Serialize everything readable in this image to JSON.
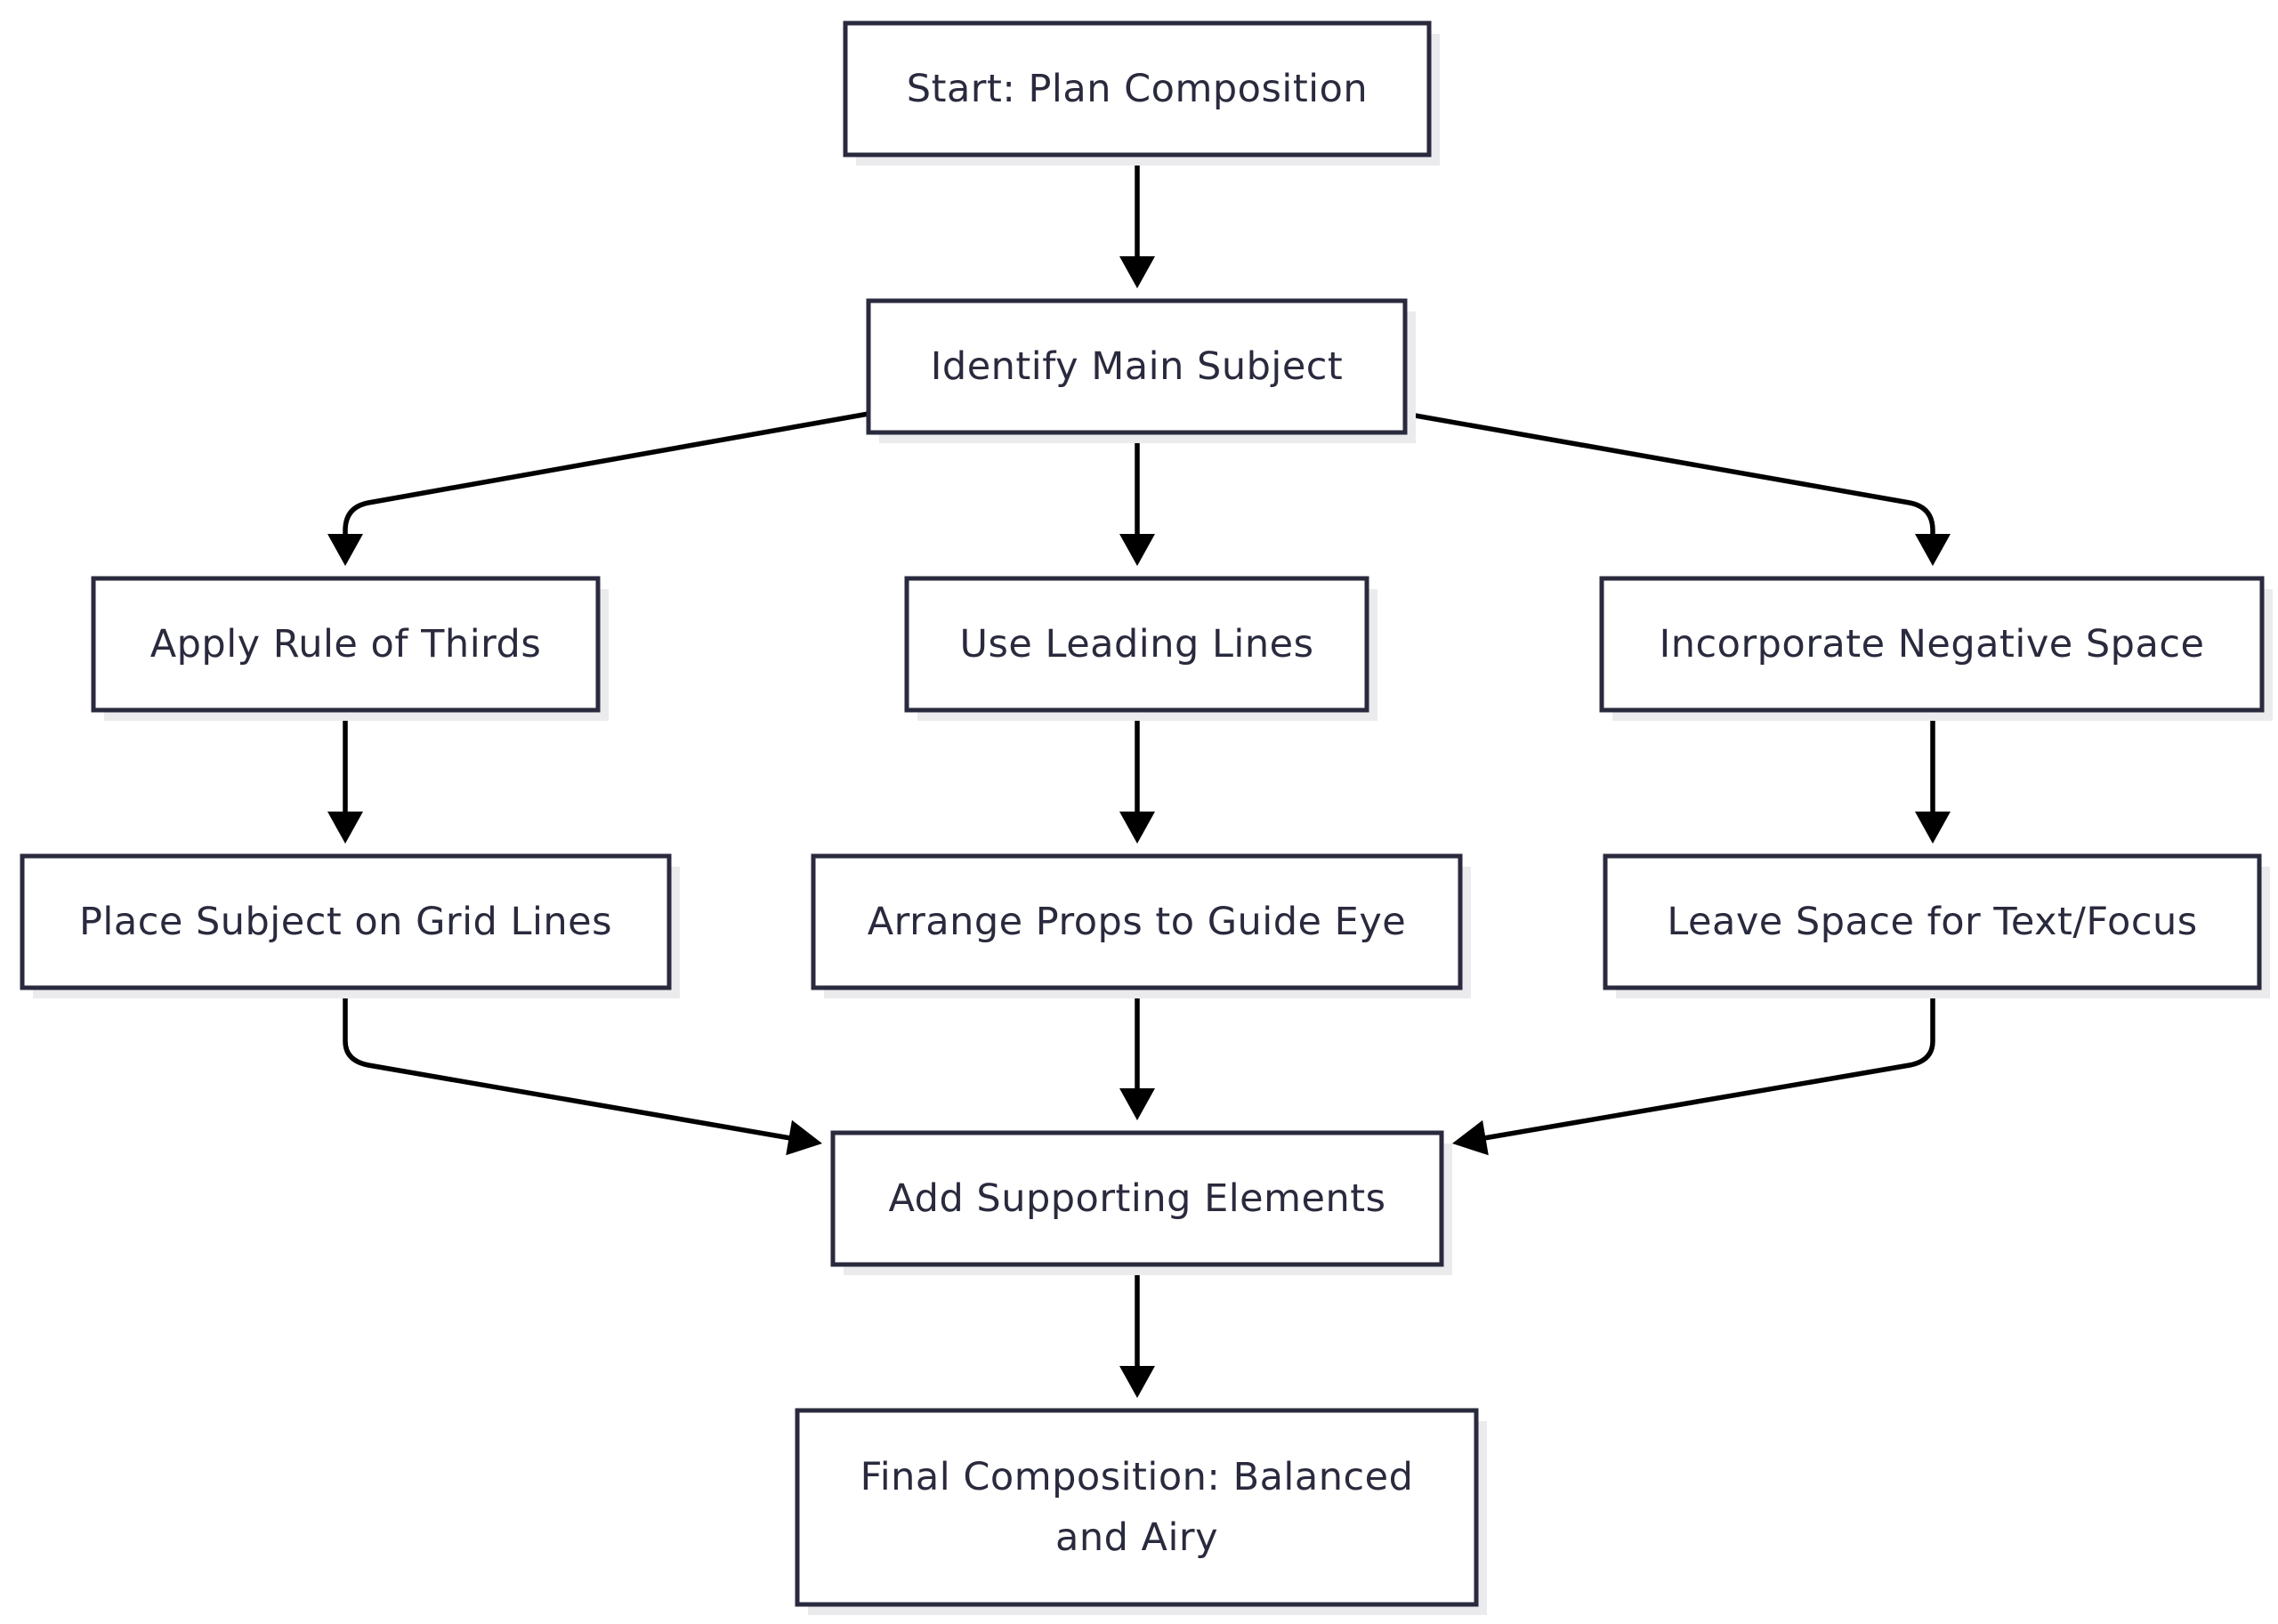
{
  "diagram": {
    "nodes": [
      {
        "id": "start",
        "lines": [
          "Start: Plan Composition"
        ]
      },
      {
        "id": "identify",
        "lines": [
          "Identify Main Subject"
        ]
      },
      {
        "id": "thirds",
        "lines": [
          "Apply Rule of Thirds"
        ]
      },
      {
        "id": "leading",
        "lines": [
          "Use Leading Lines"
        ]
      },
      {
        "id": "negative",
        "lines": [
          "Incorporate Negative Space"
        ]
      },
      {
        "id": "grid",
        "lines": [
          "Place Subject on Grid Lines"
        ]
      },
      {
        "id": "props",
        "lines": [
          "Arrange Props to Guide Eye"
        ]
      },
      {
        "id": "space",
        "lines": [
          "Leave Space for Text/Focus"
        ]
      },
      {
        "id": "supporting",
        "lines": [
          "Add Supporting Elements"
        ]
      },
      {
        "id": "final",
        "lines": [
          "Final Composition: Balanced",
          "and Airy"
        ]
      }
    ],
    "edges": [
      {
        "from": "start",
        "to": "identify"
      },
      {
        "from": "identify",
        "to": "thirds"
      },
      {
        "from": "identify",
        "to": "leading"
      },
      {
        "from": "identify",
        "to": "negative"
      },
      {
        "from": "thirds",
        "to": "grid"
      },
      {
        "from": "leading",
        "to": "props"
      },
      {
        "from": "negative",
        "to": "space"
      },
      {
        "from": "grid",
        "to": "supporting"
      },
      {
        "from": "props",
        "to": "supporting"
      },
      {
        "from": "space",
        "to": "supporting"
      },
      {
        "from": "supporting",
        "to": "final"
      }
    ],
    "colors": {
      "node_border": "#2a2a3e",
      "node_fill": "#ffffff",
      "shadow": "#ebebee",
      "edge": "#000000",
      "text": "#2a2a3e"
    }
  }
}
